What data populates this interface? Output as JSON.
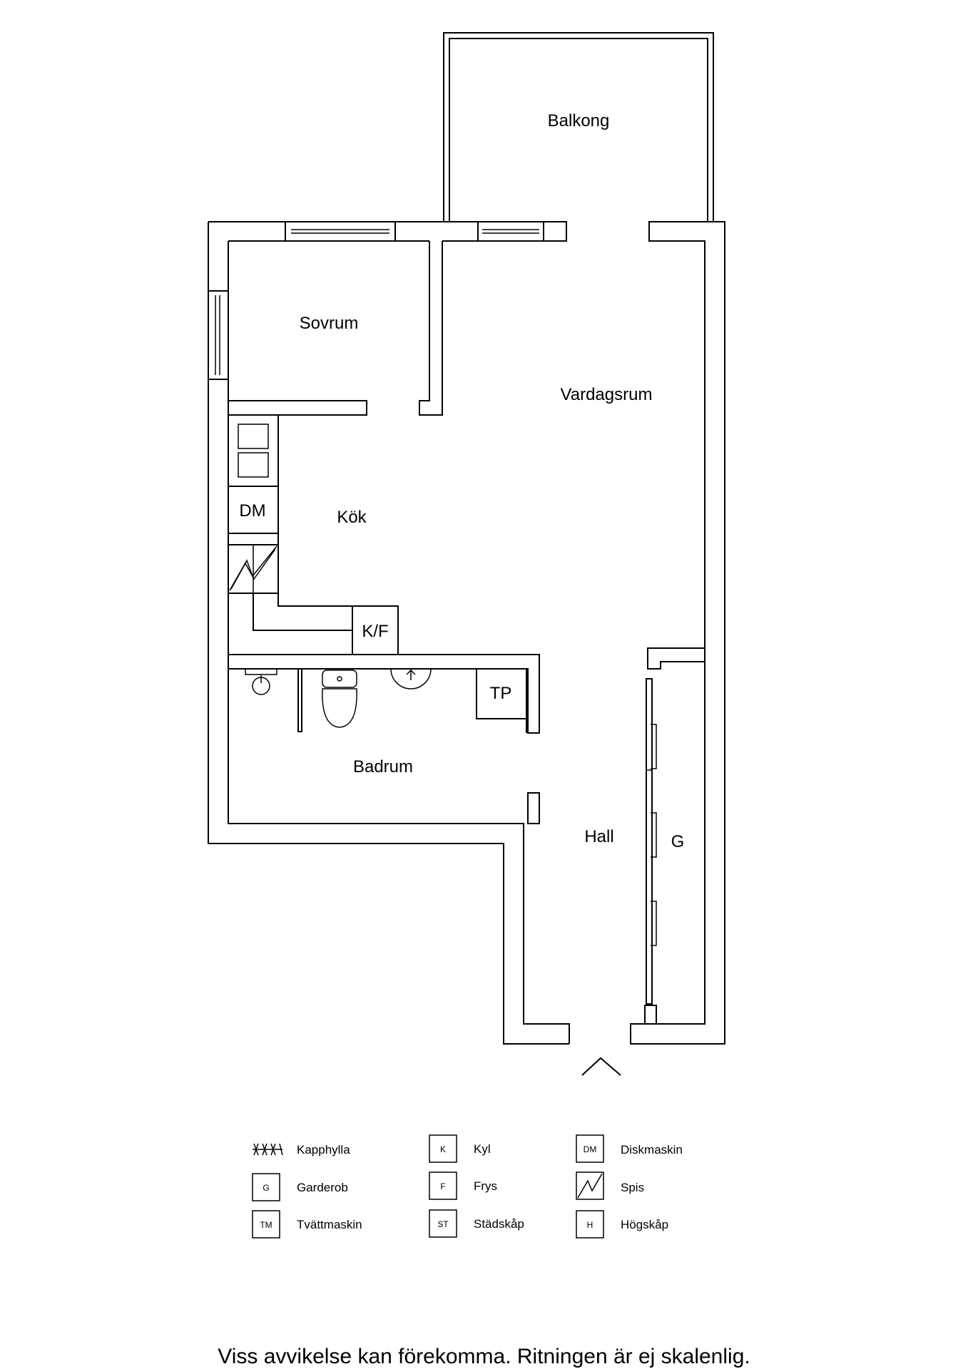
{
  "rooms": {
    "balkong": "Balkong",
    "sovrum": "Sovrum",
    "vardagsrum": "Vardagsrum",
    "kok": "Kök",
    "badrum": "Badrum",
    "hall": "Hall"
  },
  "fixtures": {
    "dm": "DM",
    "kf": "K/F",
    "tp": "TP",
    "g": "G"
  },
  "legend": [
    {
      "code": "",
      "label": "Kapphylla",
      "icon": "coat-rack-icon"
    },
    {
      "code": "K",
      "label": "Kyl",
      "icon": "fridge-box-icon"
    },
    {
      "code": "DM",
      "label": "Diskmaskin",
      "icon": "dishwasher-box-icon"
    },
    {
      "code": "G",
      "label": "Garderob",
      "icon": "wardrobe-box-icon"
    },
    {
      "code": "F",
      "label": "Frys",
      "icon": "freezer-box-icon"
    },
    {
      "code": "",
      "label": "Spis",
      "icon": "stove-icon"
    },
    {
      "code": "TM",
      "label": "Tvättmaskin",
      "icon": "washing-machine-box-icon"
    },
    {
      "code": "ST",
      "label": "Städskåp",
      "icon": "cleaning-cabinet-box-icon"
    },
    {
      "code": "H",
      "label": "Högskåp",
      "icon": "tall-cabinet-box-icon"
    }
  ],
  "footnote": "Viss avvikelse kan förekomma. Ritningen är ej skalenlig."
}
